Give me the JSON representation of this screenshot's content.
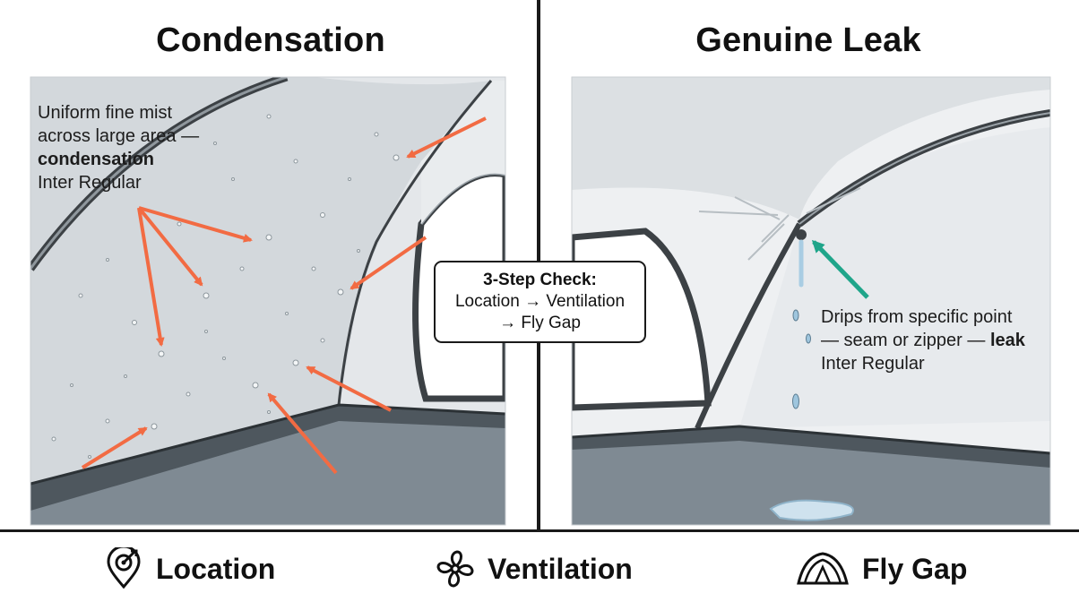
{
  "left_panel": {
    "title": "Condensation",
    "caption": {
      "line1": "Uniform fine mist",
      "line2": "across large area —",
      "line3": "condensation",
      "line4": "Inter Regular"
    }
  },
  "right_panel": {
    "title": "Genuine Leak",
    "caption": {
      "line1": "Drips from specific point",
      "line2a": "— seam or zipper — ",
      "line2b": "leak",
      "line3": "Inter Regular"
    }
  },
  "check_box": {
    "heading": "3-Step Check:",
    "line1": "Location → Ventilation",
    "line2": "→ Fly Gap"
  },
  "footer": {
    "items": [
      {
        "label": "Location",
        "icon": "location-target-icon"
      },
      {
        "label": "Ventilation",
        "icon": "fan-icon"
      },
      {
        "label": "Fly Gap",
        "icon": "tent-icon"
      }
    ]
  },
  "colors": {
    "arrow_condensation": "#f26b43",
    "arrow_leak": "#1fa58a",
    "tent_wall": "#e6e9ec",
    "tent_floor": "#7f8a93",
    "outline": "#3c4145"
  }
}
